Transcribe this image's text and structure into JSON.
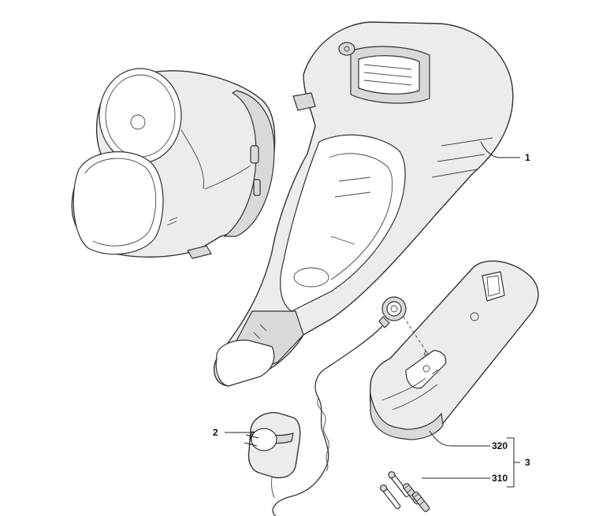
{
  "callouts": {
    "c1": "1",
    "c2": "2",
    "c3": "3",
    "c320": "320",
    "c310": "310"
  },
  "colors": {
    "line": "#222222",
    "part_fill": "#ececec",
    "background": "#ffffff"
  }
}
